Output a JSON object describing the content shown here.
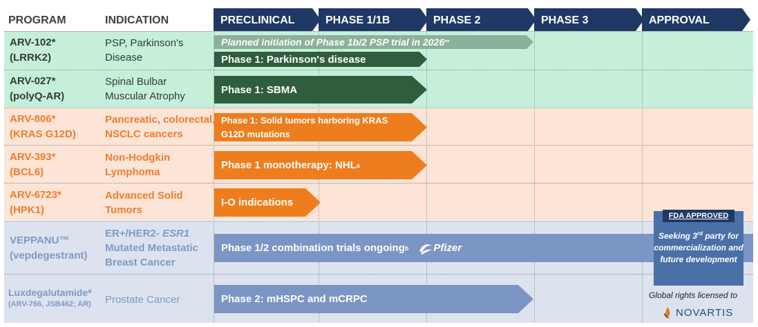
{
  "header": {
    "program": "PROGRAM",
    "indication": "INDICATION",
    "phases": [
      "PRECLINICAL",
      "PHASE 1/1B",
      "PHASE 2",
      "PHASE 3",
      "APPROVAL"
    ]
  },
  "rows": [
    {
      "program": [
        "ARV-102*",
        "(LRRK2)"
      ],
      "indication": [
        "PSP, Parkinson's",
        "Disease"
      ],
      "bars": [
        "Planned initiation of Phase 1b/2 PSP trial in 2026",
        "Phase 1: Parkinson's disease"
      ],
      "planned_sup": "**"
    },
    {
      "program": [
        "ARV-027*",
        "(polyQ-AR)"
      ],
      "indication": [
        "Spinal Bulbar",
        "Muscular Atrophy"
      ],
      "bars": [
        "Phase 1: SBMA"
      ]
    },
    {
      "program": [
        "ARV-806*",
        "(KRAS G12D)"
      ],
      "indication": [
        "Pancreatic, colorectal,",
        "NSCLC cancers"
      ],
      "bars": [
        "Phase 1: Solid tumors harboring  KRAS",
        "G12D mutations"
      ]
    },
    {
      "program": [
        "ARV-393*",
        "(BCL6)"
      ],
      "indication": [
        "Non-Hodgkin",
        "Lymphoma"
      ],
      "bars": [
        "Phase 1 monotherapy: NHL"
      ],
      "bar_sup": "a"
    },
    {
      "program": [
        "ARV-6723*",
        "(HPK1)"
      ],
      "indication": [
        "Advanced Solid",
        "Tumors"
      ],
      "bars": [
        "I-O indications"
      ]
    },
    {
      "program": [
        "VEPPANU™",
        "(vepdegestrant)"
      ],
      "indication": [
        "ER+/HER2- ",
        "ESR1",
        "Mutated Metastatic",
        "Breast Cancer"
      ],
      "bars": [
        "Phase 1/2 combination trials ongoing"
      ],
      "bar_sup": "b",
      "partner": "Pfizer"
    },
    {
      "program": [
        "Luxdegalutamide*",
        "(ARV-766, JSB462; AR)"
      ],
      "indication": [
        "Prostate Cancer"
      ],
      "bars": [
        "Phase 2: mHSPC and mCRPC"
      ]
    }
  ],
  "fda": {
    "tag": "FDA APPROVED",
    "text_pre": "Seeking 3",
    "text_sup": "rd",
    "text_post": " party for commercialization and future development"
  },
  "license": {
    "text": "Global rights licensed to",
    "partner": "NOVARTIS"
  },
  "colors": {
    "navy": "#1f3864",
    "green": "#2e5e3e",
    "orange": "#ee7d1e",
    "blue": "#7b96c4"
  }
}
